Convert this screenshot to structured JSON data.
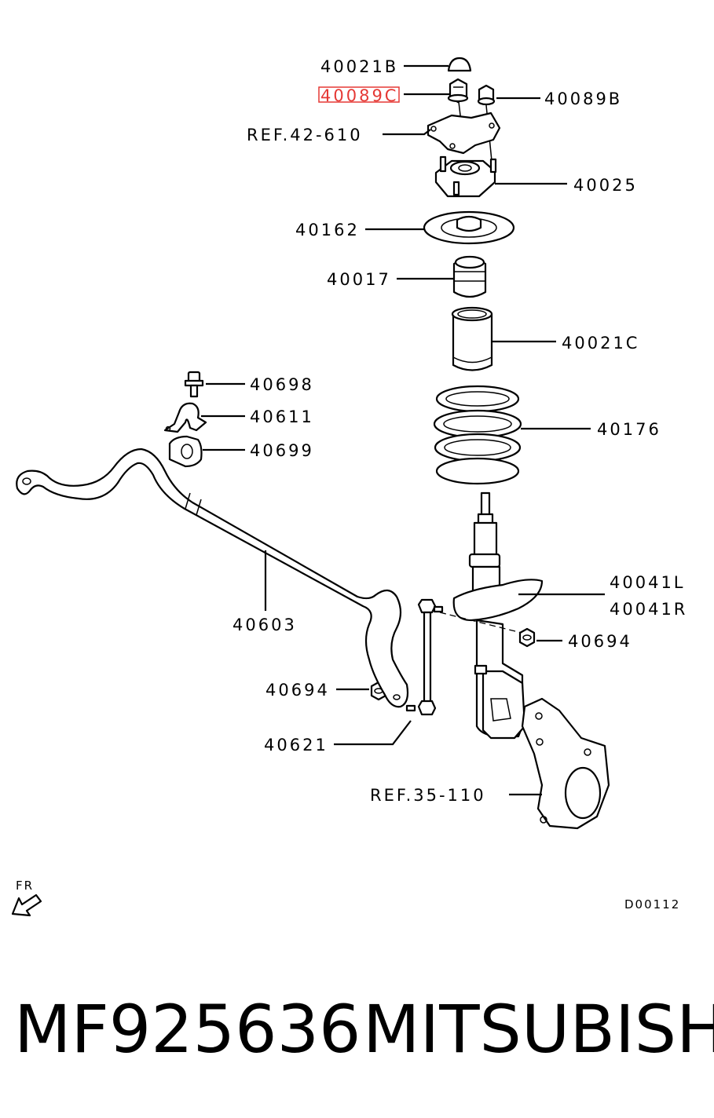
{
  "diagram": {
    "labels": {
      "p40021B": "40021B",
      "p40089C": "40089C",
      "p40089B": "40089B",
      "ref42": "REF.42-610",
      "p40025": "40025",
      "p40162": "40162",
      "p40017": "40017",
      "p40021C": "40021C",
      "p40698": "40698",
      "p40611": "40611",
      "p40699": "40699",
      "p40176": "40176",
      "p40603": "40603",
      "p40041L": "40041L",
      "p40041R": "40041R",
      "p40694a": "40694",
      "p40694b": "40694",
      "p40621": "40621",
      "ref35": "REF.35-110",
      "fr": "FR",
      "code": "D00112"
    },
    "highlight_color": "#e53935"
  },
  "footer": {
    "part_number": "MF925636",
    "brand": "MITSUBISHI"
  }
}
